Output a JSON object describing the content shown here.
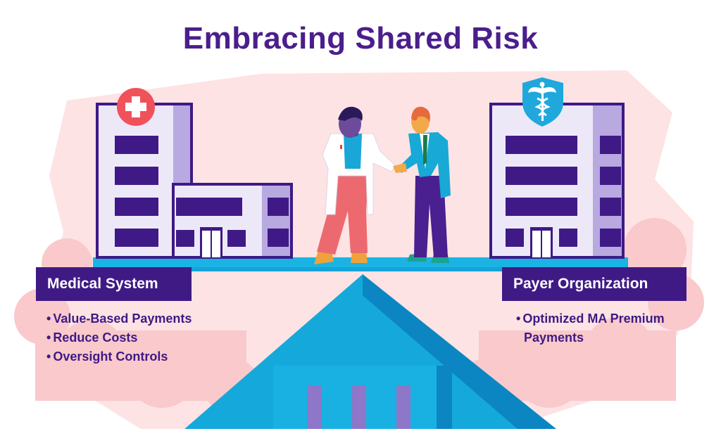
{
  "title": "Embracing Shared Risk",
  "left_panel": {
    "label": "Medical System",
    "items": [
      "Value-Based Payments",
      "Reduce Costs",
      "Oversight Controls"
    ]
  },
  "right_panel": {
    "label": "Payer Organization",
    "items": [
      "Optimized MA Premium Payments"
    ]
  },
  "icons": {
    "left_building": "hospital-cross-icon",
    "right_building": "caduceus-shield-icon"
  },
  "colors": {
    "title": "#4b1e8c",
    "label_bg": "#3f1a84",
    "bullet_text": "#3f1a84",
    "background_blob": "#fde3e4",
    "cloud": "#f9c9cc",
    "building_face": "#ede8f8",
    "building_side": "#b8a9e0",
    "building_outline": "#3d1a86",
    "window": "#3f1a86",
    "beam": "#1ab3e3",
    "fulcrum": "#14a9da",
    "fulcrum_dark": "#0b86c2",
    "pillar": "#8e76c8",
    "cross_badge": "#f0525c",
    "shield": "#20a8dc"
  }
}
